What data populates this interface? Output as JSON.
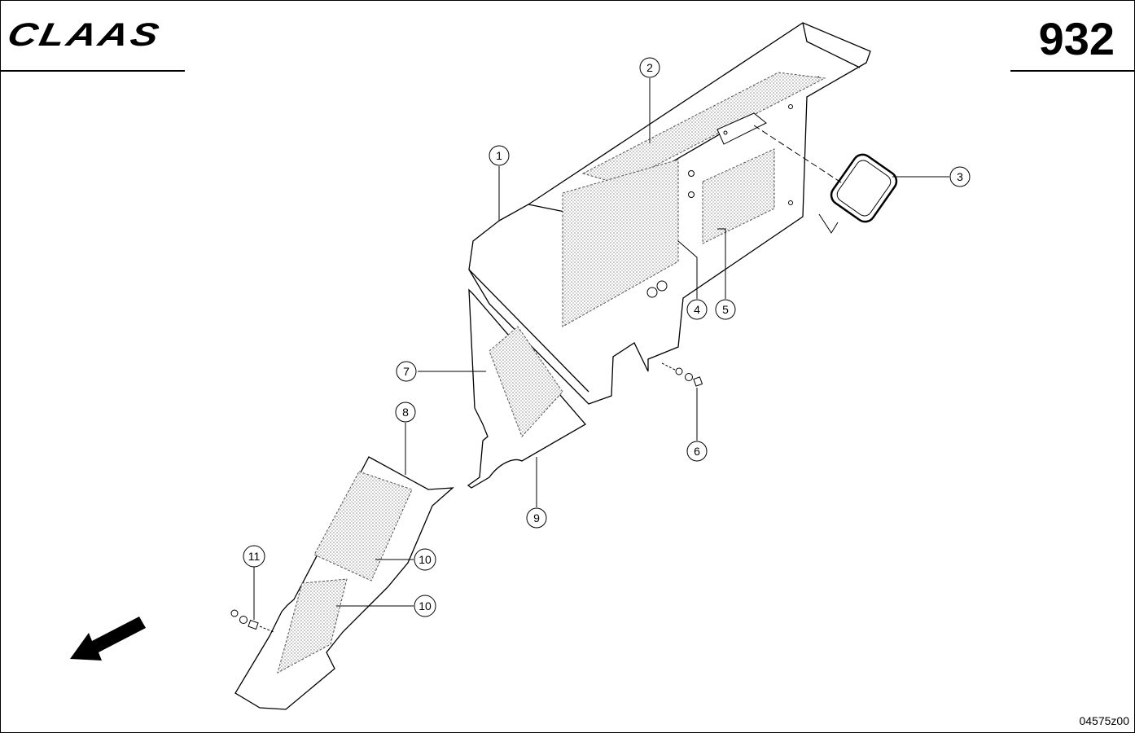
{
  "header": {
    "brand": "CLAAS",
    "page_number": "932"
  },
  "footer": {
    "drawing_code": "04575z00"
  },
  "callouts": [
    {
      "id": "c1",
      "label": "1"
    },
    {
      "id": "c2",
      "label": "2"
    },
    {
      "id": "c3",
      "label": "3"
    },
    {
      "id": "c4",
      "label": "4"
    },
    {
      "id": "c5",
      "label": "5"
    },
    {
      "id": "c6",
      "label": "6"
    },
    {
      "id": "c7",
      "label": "7"
    },
    {
      "id": "c8",
      "label": "8"
    },
    {
      "id": "c9",
      "label": "9"
    },
    {
      "id": "c10a",
      "label": "10"
    },
    {
      "id": "c10b",
      "label": "10"
    },
    {
      "id": "c11",
      "label": "11"
    }
  ],
  "icons": {
    "direction_arrow": "forward-direction-arrow-icon",
    "logo": "claas-logo"
  }
}
